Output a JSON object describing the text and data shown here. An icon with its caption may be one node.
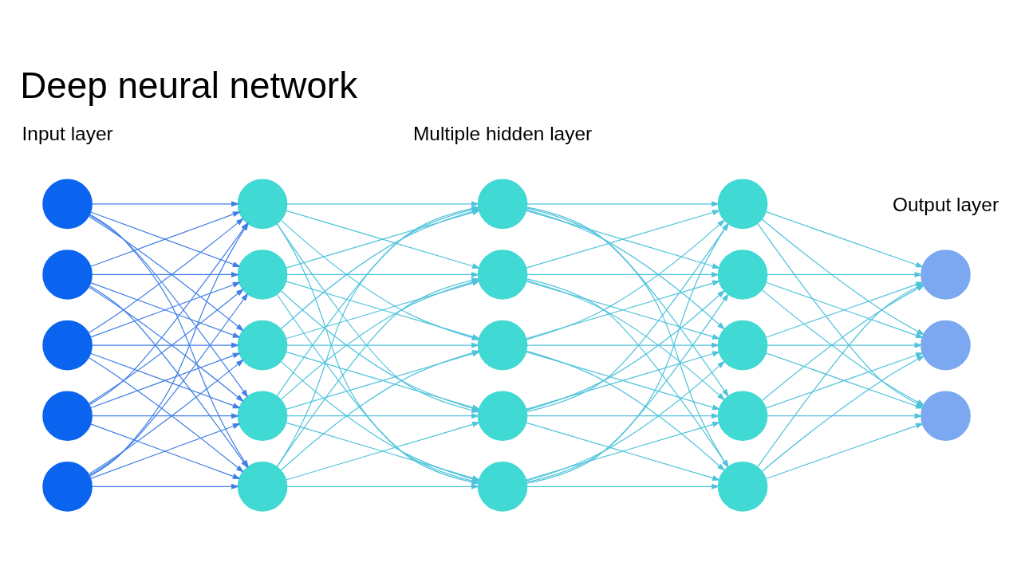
{
  "diagram": {
    "title": "Deep neural network",
    "nodes": [
      {
        "text": [],
        "shape": "circle"
      },
      {
        "text": [],
        "shape": "circle"
      },
      {
        "text": [],
        "shape": "circle"
      },
      {
        "text": [],
        "shape": "circle"
      },
      {
        "text": [],
        "shape": "circle"
      },
      {
        "text": [],
        "shape": "circle"
      },
      {
        "text": [],
        "shape": "circle"
      },
      {
        "text": [],
        "shape": "circle"
      },
      {
        "text": [],
        "shape": "circle"
      },
      {
        "text": [],
        "shape": "circle"
      },
      {
        "text": [],
        "shape": "circle"
      },
      {
        "text": [],
        "shape": "circle"
      },
      {
        "text": [],
        "shape": "circle"
      },
      {
        "text": [],
        "shape": "circle"
      },
      {
        "text": [],
        "shape": "circle"
      },
      {
        "text": [],
        "shape": "circle"
      },
      {
        "text": [],
        "shape": "circle"
      },
      {
        "text": [],
        "shape": "circle"
      },
      {
        "text": [],
        "shape": "circle"
      },
      {
        "text": [],
        "shape": "circle"
      },
      {
        "text": [],
        "shape": "circle"
      },
      {
        "text": [],
        "shape": "circle"
      },
      {
        "text": [],
        "shape": "circle"
      }
    ],
    "edges": [
      {
        "from": 0,
        "to": 5,
        "arrow": "to",
        "color": "#3f7fe6"
      },
      {
        "from": 0,
        "to": 6,
        "arrow": "to",
        "color": "#3f7fe6"
      },
      {
        "from": 0,
        "to": 7,
        "arrow": "to",
        "color": "#3f7fe6"
      },
      {
        "from": 0,
        "to": 8,
        "arrow": "to",
        "color": "#3f7fe6"
      },
      {
        "from": 0,
        "to": 9,
        "arrow": "to",
        "color": "#3f7fe6"
      },
      {
        "from": 1,
        "to": 5,
        "arrow": "to",
        "color": "#3f7fe6"
      },
      {
        "from": 1,
        "to": 6,
        "arrow": "to",
        "color": "#3f7fe6"
      },
      {
        "from": 1,
        "to": 7,
        "arrow": "to",
        "color": "#3f7fe6"
      },
      {
        "from": 1,
        "to": 8,
        "arrow": "to",
        "color": "#3f7fe6"
      },
      {
        "from": 1,
        "to": 9,
        "arrow": "to",
        "color": "#3f7fe6"
      },
      {
        "from": 2,
        "to": 5,
        "arrow": "to",
        "color": "#3f7fe6"
      },
      {
        "from": 2,
        "to": 6,
        "arrow": "to",
        "color": "#3f7fe6"
      },
      {
        "from": 2,
        "to": 7,
        "arrow": "to",
        "color": "#3f7fe6"
      },
      {
        "from": 2,
        "to": 8,
        "arrow": "to",
        "color": "#3f7fe6"
      },
      {
        "from": 2,
        "to": 9,
        "arrow": "to",
        "color": "#3f7fe6"
      },
      {
        "from": 3,
        "to": 5,
        "arrow": "to",
        "color": "#3f7fe6"
      },
      {
        "from": 3,
        "to": 6,
        "arrow": "to",
        "color": "#3f7fe6"
      },
      {
        "from": 3,
        "to": 7,
        "arrow": "to",
        "color": "#3f7fe6"
      },
      {
        "from": 3,
        "to": 8,
        "arrow": "to",
        "color": "#3f7fe6"
      },
      {
        "from": 3,
        "to": 9,
        "arrow": "to",
        "color": "#3f7fe6"
      },
      {
        "from": 4,
        "to": 5,
        "arrow": "to",
        "color": "#3f7fe6"
      },
      {
        "from": 4,
        "to": 6,
        "arrow": "to",
        "color": "#3f7fe6"
      },
      {
        "from": 4,
        "to": 7,
        "arrow": "to",
        "color": "#3f7fe6"
      },
      {
        "from": 4,
        "to": 8,
        "arrow": "to",
        "color": "#3f7fe6"
      },
      {
        "from": 4,
        "to": 9,
        "arrow": "to",
        "color": "#3f7fe6"
      },
      {
        "from": 5,
        "to": 10,
        "arrow": "to"
      },
      {
        "from": 5,
        "to": 11,
        "arrow": "to"
      },
      {
        "from": 5,
        "to": 12,
        "arrow": "to"
      },
      {
        "from": 5,
        "to": 13,
        "arrow": "to"
      },
      {
        "from": 5,
        "to": 14,
        "arrow": "to"
      },
      {
        "from": 6,
        "to": 10,
        "arrow": "to"
      },
      {
        "from": 6,
        "to": 11,
        "arrow": "to"
      },
      {
        "from": 6,
        "to": 12,
        "arrow": "to"
      },
      {
        "from": 6,
        "to": 13,
        "arrow": "to"
      },
      {
        "from": 6,
        "to": 14,
        "arrow": "to"
      },
      {
        "from": 7,
        "to": 10,
        "arrow": "to"
      },
      {
        "from": 7,
        "to": 11,
        "arrow": "to"
      },
      {
        "from": 7,
        "to": 12,
        "arrow": "to"
      },
      {
        "from": 7,
        "to": 13,
        "arrow": "to"
      },
      {
        "from": 7,
        "to": 14,
        "arrow": "to"
      },
      {
        "from": 8,
        "to": 10,
        "arrow": "to"
      },
      {
        "from": 8,
        "to": 11,
        "arrow": "to"
      },
      {
        "from": 8,
        "to": 12,
        "arrow": "to"
      },
      {
        "from": 8,
        "to": 13,
        "arrow": "to"
      },
      {
        "from": 8,
        "to": 14,
        "arrow": "to"
      },
      {
        "from": 9,
        "to": 10,
        "arrow": "to"
      },
      {
        "from": 9,
        "to": 11,
        "arrow": "to"
      },
      {
        "from": 9,
        "to": 12,
        "arrow": "to"
      },
      {
        "from": 9,
        "to": 13,
        "arrow": "to"
      },
      {
        "from": 9,
        "to": 14,
        "arrow": "to"
      },
      {
        "from": 10,
        "to": 15,
        "arrow": "to"
      },
      {
        "from": 10,
        "to": 16,
        "arrow": "to"
      },
      {
        "from": 10,
        "to": 17,
        "arrow": "to"
      },
      {
        "from": 10,
        "to": 18,
        "arrow": "to"
      },
      {
        "from": 10,
        "to": 19,
        "arrow": "to"
      },
      {
        "from": 11,
        "to": 15,
        "arrow": "to"
      },
      {
        "from": 11,
        "to": 16,
        "arrow": "to"
      },
      {
        "from": 11,
        "to": 17,
        "arrow": "to"
      },
      {
        "from": 11,
        "to": 18,
        "arrow": "to"
      },
      {
        "from": 11,
        "to": 19,
        "arrow": "to"
      },
      {
        "from": 12,
        "to": 15,
        "arrow": "to"
      },
      {
        "from": 12,
        "to": 16,
        "arrow": "to"
      },
      {
        "from": 12,
        "to": 17,
        "arrow": "to"
      },
      {
        "from": 12,
        "to": 18,
        "arrow": "to"
      },
      {
        "from": 12,
        "to": 19,
        "arrow": "to"
      },
      {
        "from": 13,
        "to": 15,
        "arrow": "to"
      },
      {
        "from": 13,
        "to": 16,
        "arrow": "to"
      },
      {
        "from": 13,
        "to": 17,
        "arrow": "to"
      },
      {
        "from": 13,
        "to": 18,
        "arrow": "to"
      },
      {
        "from": 13,
        "to": 19,
        "arrow": "to"
      },
      {
        "from": 14,
        "to": 15,
        "arrow": "to"
      },
      {
        "from": 14,
        "to": 16,
        "arrow": "to"
      },
      {
        "from": 14,
        "to": 17,
        "arrow": "to"
      },
      {
        "from": 14,
        "to": 18,
        "arrow": "to"
      },
      {
        "from": 14,
        "to": 19,
        "arrow": "to"
      },
      {
        "from": 15,
        "to": 20,
        "arrow": "to"
      },
      {
        "from": 15,
        "to": 21,
        "arrow": "to"
      },
      {
        "from": 15,
        "to": 22,
        "arrow": "to"
      },
      {
        "from": 16,
        "to": 20,
        "arrow": "to"
      },
      {
        "from": 16,
        "to": 21,
        "arrow": "to"
      },
      {
        "from": 16,
        "to": 22,
        "arrow": "to"
      },
      {
        "from": 17,
        "to": 20,
        "arrow": "to"
      },
      {
        "from": 17,
        "to": 21,
        "arrow": "to"
      },
      {
        "from": 17,
        "to": 22,
        "arrow": "to"
      },
      {
        "from": 18,
        "to": 20,
        "arrow": "to"
      },
      {
        "from": 18,
        "to": 21,
        "arrow": "to"
      },
      {
        "from": 18,
        "to": 22,
        "arrow": "to"
      },
      {
        "from": 19,
        "to": 20,
        "arrow": "to"
      },
      {
        "from": 19,
        "to": 21,
        "arrow": "to"
      },
      {
        "from": 19,
        "to": 22,
        "arrow": "to"
      }
    ],
    "labels": [
      "Input layer",
      "Multiple hidden layer",
      "Output layer"
    ]
  }
}
